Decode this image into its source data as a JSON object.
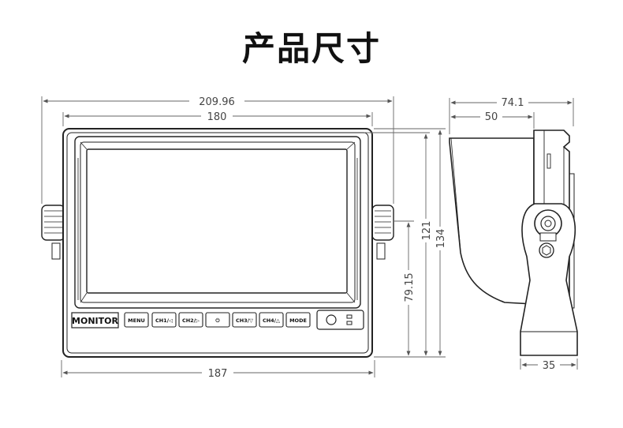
{
  "title": "产品尺寸",
  "front_view": {
    "brand_label": "MONITOR",
    "buttons": [
      "MENU",
      "CH1/◁",
      "CH2/▷",
      "⏻",
      "CH3/▽",
      "CH4/△",
      "MODE"
    ],
    "dimensions": {
      "overall_width": "209.96",
      "body_width": "180",
      "base_width": "187",
      "body_height": "121",
      "overall_height": "134",
      "mount_height": "79.15"
    }
  },
  "side_view": {
    "dimensions": {
      "depth": "74.1",
      "hood_depth": "50",
      "base_depth": "35"
    }
  }
}
